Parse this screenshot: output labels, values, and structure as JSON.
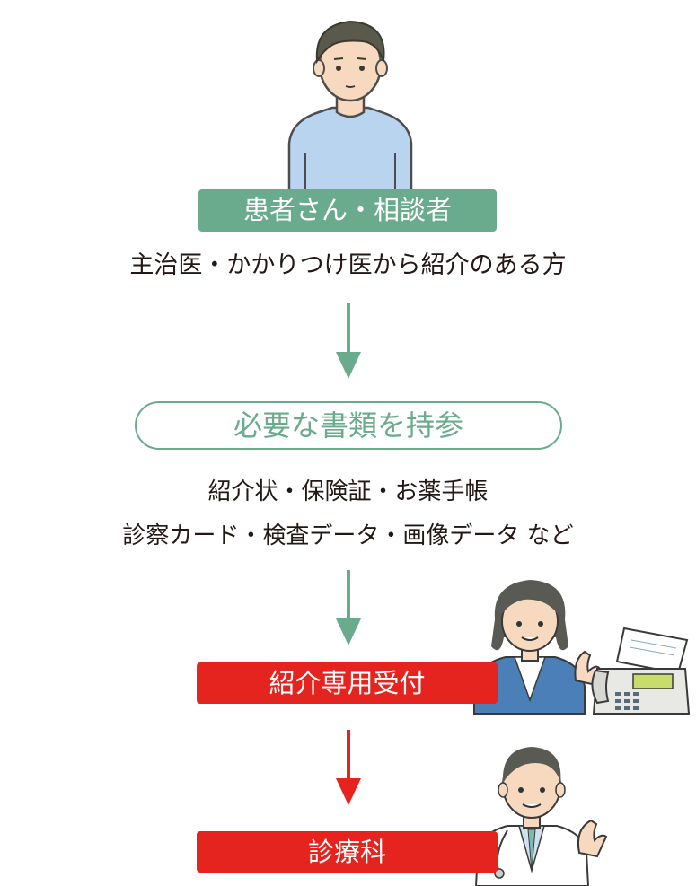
{
  "colors": {
    "green": "#6aab8e",
    "red": "#e5241f",
    "text": "#231815",
    "skin": "#f7d9c0",
    "hair": "#595a4b",
    "shirt": "#b8d4ee"
  },
  "steps": {
    "patient_label": "患者さん・相談者",
    "patient_desc": "主治医・かかりつけ医から紹介のある方",
    "bring_label": "必要な書類を持参",
    "docs_line1": "紹介状・保険証・お薬手帳",
    "docs_line2": "診察カード・検査データ・画像データ など",
    "reception_label": "紹介専用受付",
    "department_label": "診療科"
  },
  "icons": {
    "patient": "patient-illustration",
    "receptionist": "receptionist-illustration",
    "fax": "fax-machine-illustration",
    "doctor": "doctor-illustration",
    "arrow": "arrow-down-icon"
  }
}
